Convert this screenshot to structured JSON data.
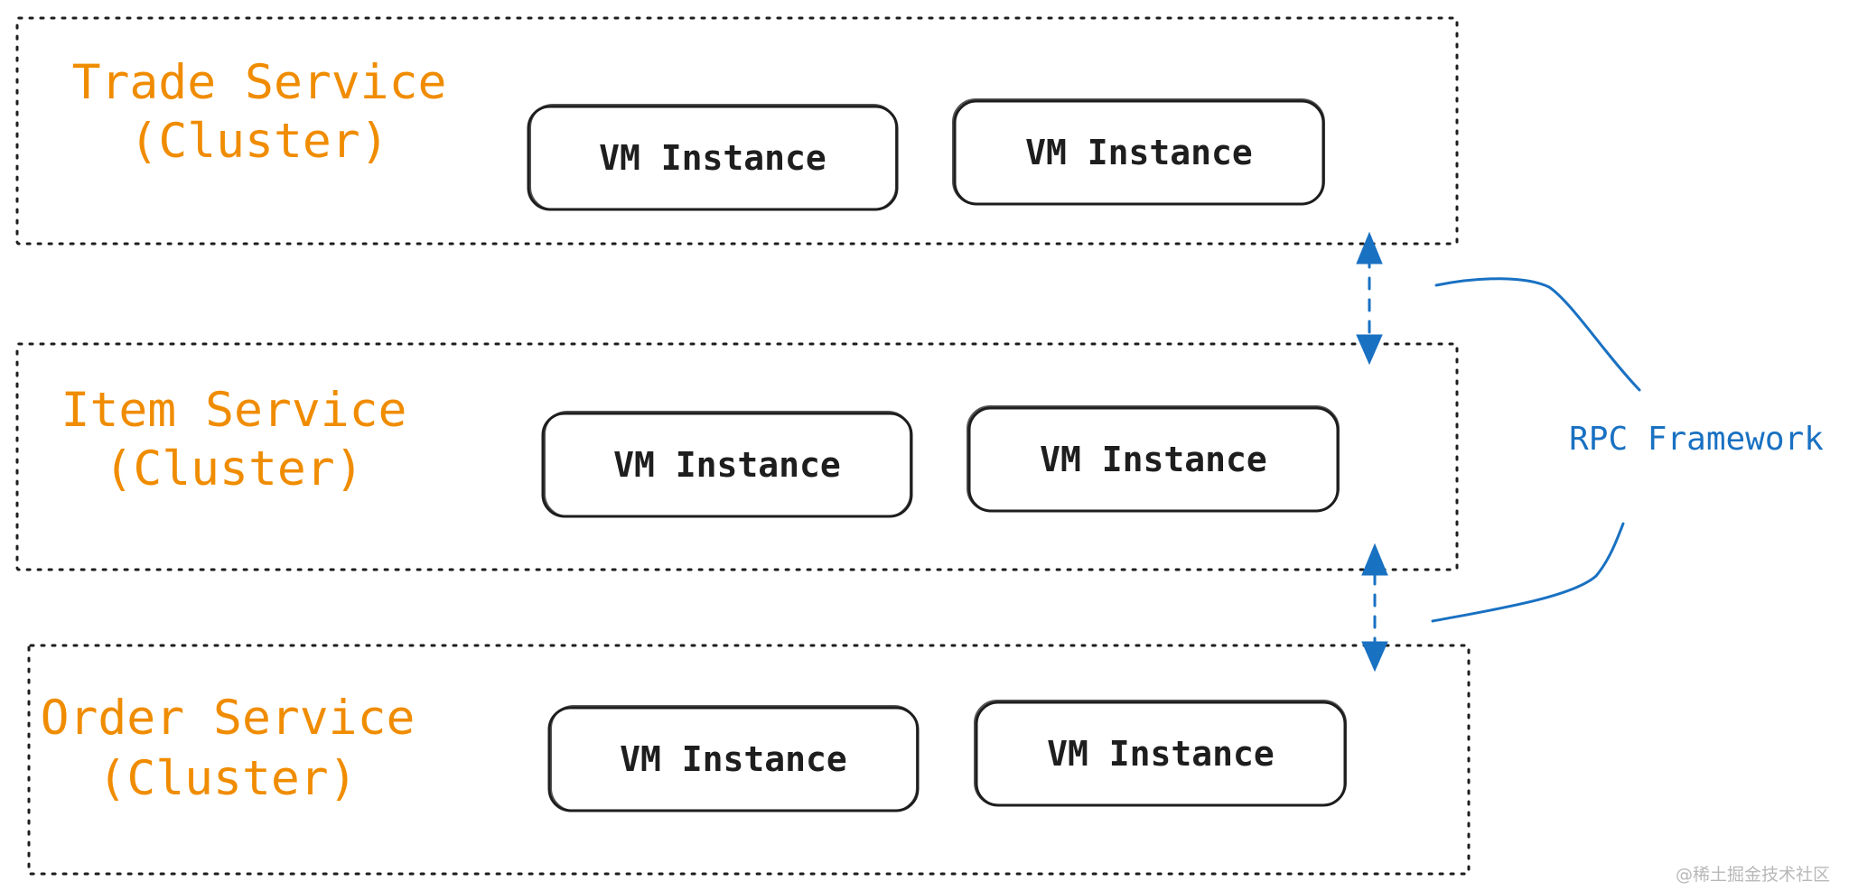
{
  "diagram": {
    "clusters": [
      {
        "title_line1": "Trade Service",
        "title_line2": "(Cluster)",
        "instances": [
          "VM Instance",
          "VM Instance"
        ]
      },
      {
        "title_line1": "Item Service",
        "title_line2": "(Cluster)",
        "instances": [
          "VM Instance",
          "VM Instance"
        ]
      },
      {
        "title_line1": "Order Service",
        "title_line2": "(Cluster)",
        "instances": [
          "VM Instance",
          "VM Instance"
        ]
      }
    ],
    "rpc": {
      "label": "RPC Framework",
      "color": "#1971c2"
    },
    "colors": {
      "cluster_title": "#f08c00",
      "stroke": "#1e1e1e"
    },
    "watermark": "@稀土掘金技术社区"
  }
}
